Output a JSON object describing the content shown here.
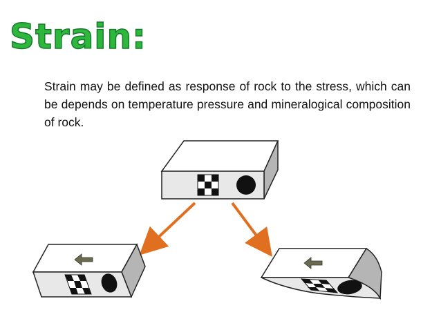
{
  "slide": {
    "title": "Strain:",
    "body": "Strain may be defined as response of rock to the stress, which can be depends on temperature pressure and mineralogical composition of rock."
  },
  "diagram": {
    "blocks": [
      "original-block",
      "simple-shear-block",
      "bent-block"
    ],
    "arrow_color": "#e07020",
    "shear_arrow_color": "#6b6b50"
  }
}
